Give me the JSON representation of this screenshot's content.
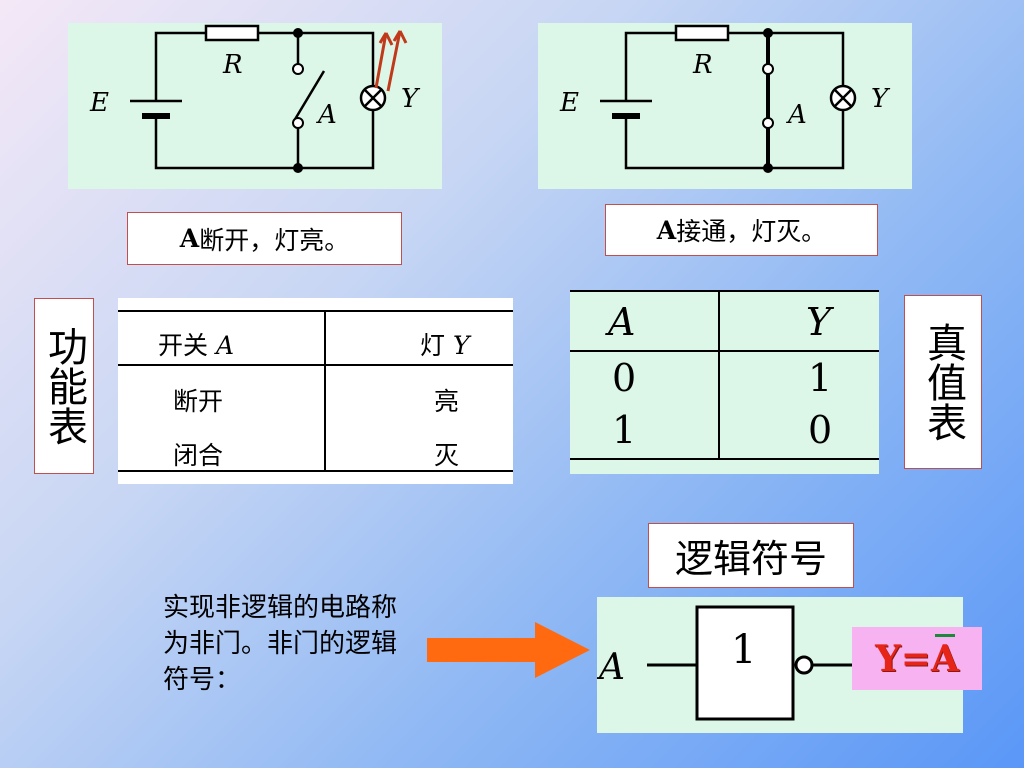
{
  "circuit1": {
    "label_r": "R",
    "label_e": "E",
    "label_a": "A",
    "label_y": "Y",
    "caption_prefix": "A",
    "caption_text": "断开，灯亮。"
  },
  "circuit2": {
    "label_r": "R",
    "label_e": "E",
    "label_a": "A",
    "label_y": "Y",
    "caption_prefix": "A",
    "caption_text": "接通，灯灭。"
  },
  "function_label": "功能表",
  "function_table": {
    "header_switch": "开关",
    "header_switch_var": "A",
    "header_lamp": "灯",
    "header_lamp_var": "Y",
    "rows": [
      {
        "switch": "断开",
        "lamp": "亮"
      },
      {
        "switch": "闭合",
        "lamp": "灭"
      }
    ]
  },
  "truth_label": "真值表",
  "truth_table": {
    "headers": [
      "A",
      "Y"
    ],
    "rows": [
      [
        "0",
        "1"
      ],
      [
        "1",
        "0"
      ]
    ]
  },
  "logic_symbol_label": "逻辑符号",
  "description": "实现非逻辑的电路称为非门。非门的逻辑符号：",
  "gate": {
    "input": "A",
    "symbol": "1"
  },
  "formula": {
    "left": "Y=",
    "var": "A"
  },
  "colors": {
    "panel": "#dcf7e7",
    "border": "#c0504d",
    "arrow": "#ff6a10",
    "formula_bg": "#f7b3f1",
    "formula_text": "#e62418"
  }
}
